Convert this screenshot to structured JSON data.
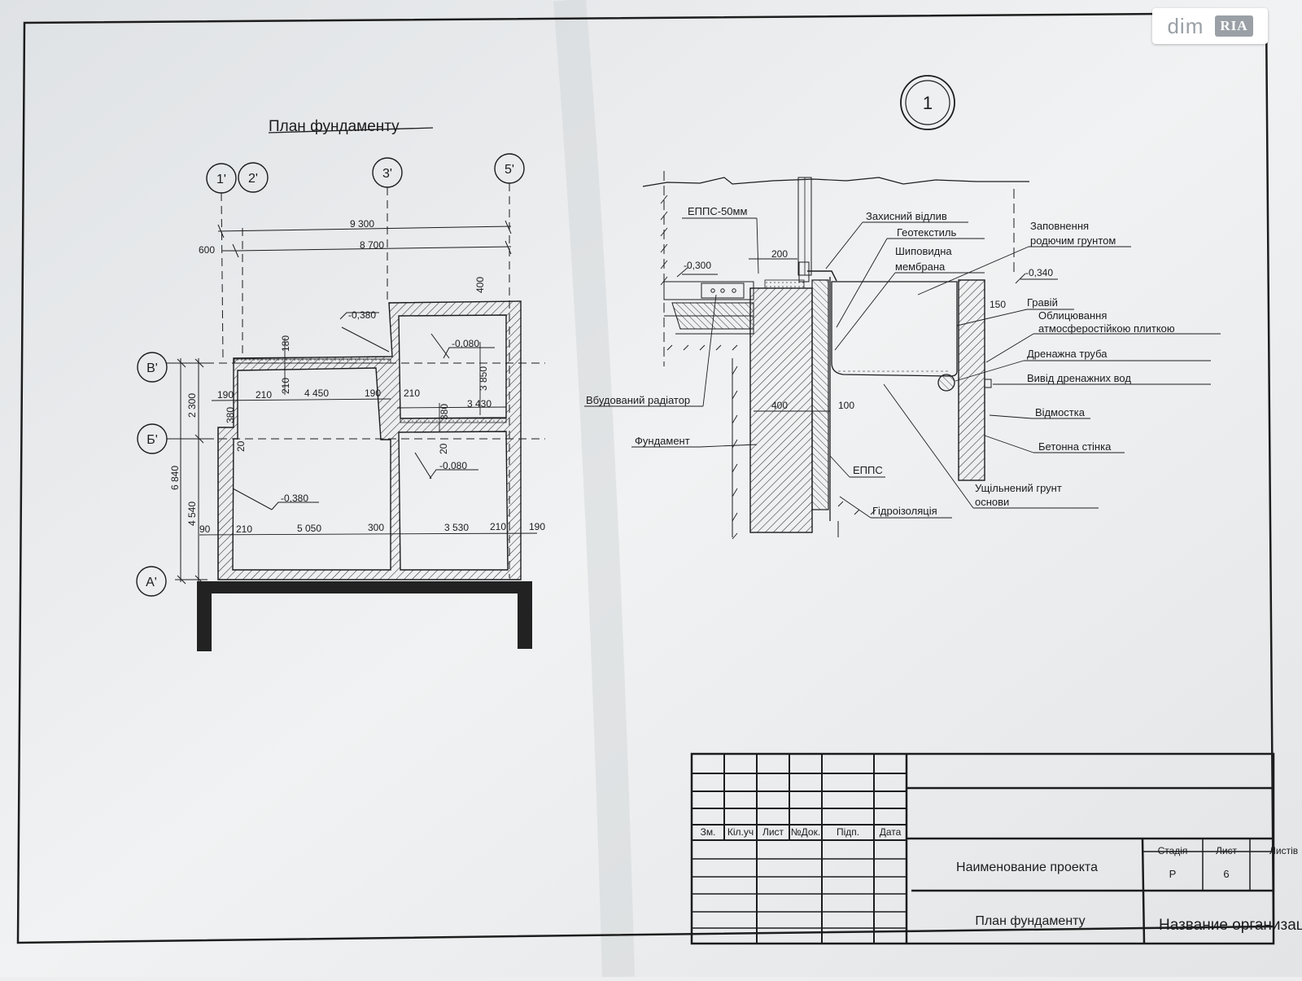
{
  "watermark": {
    "brand": "dim",
    "badge": "RIA"
  },
  "plan": {
    "title": "План фундаменту",
    "axes_vertical": [
      "1'",
      "2'",
      "3'",
      "5'"
    ],
    "axes_horizontal": [
      "В'",
      "Б'",
      "А'"
    ],
    "dims": {
      "d9300": "9 300",
      "d8700": "8 700",
      "d600": "600",
      "d400": "400",
      "d2300": "2 300",
      "d6840": "6 840",
      "d4540": "4 540",
      "d190a": "190",
      "d210a": "210",
      "d4450": "4 450",
      "d190b": "190",
      "d210b": "210",
      "d3430": "3 430",
      "d3850": "3 850",
      "d180": "180",
      "d380a": "380",
      "d380b": "380",
      "d210c": "210",
      "d90": "90",
      "d210d": "210",
      "d5050": "5 050",
      "d300": "300",
      "d3530": "3 530",
      "d210e": "210",
      "d190c": "190",
      "d20a": "20",
      "d20b": "20"
    },
    "levels": {
      "l1": "-0,380",
      "l2": "-0,080",
      "l3": "-0,080",
      "l4": "-0,380"
    }
  },
  "detail": {
    "marker": "1",
    "labels": {
      "epps50": "ЕППС-50мм",
      "lvl300": "-0,300",
      "d200": "200",
      "zakhysnyi": "Захисний відлив",
      "geotekstyl": "Геотекстиль",
      "shypovydna1": "Шиповидна",
      "shypovydna2": "мембрана",
      "zapovnennia1": "Заповнення",
      "zapovnennia2": "родючим грунтом",
      "lvl340": "-0,340",
      "d150": "150",
      "graviy": "Гравій",
      "oblits1": "Облицювання",
      "oblits2": "атмосферостійкою плиткою",
      "drenazhna": "Дренажна труба",
      "vyvid": "Вивід дренажних вод",
      "vbudovanyi": "Вбудований радіатор",
      "d400": "400",
      "d100": "100",
      "vidmostka": "Відмостка",
      "fundament": "Фундамент",
      "betonna": "Бетонна стінка",
      "epps": "ЕППС",
      "ushchilnenyi1": "Ущільнений грунт",
      "ushchilnenyi2": "основи",
      "hidroizoliatsiia": "Гідроізоляція"
    }
  },
  "titleblock": {
    "columns": [
      "Зм.",
      "Кіл.уч",
      "Лист",
      "№Док.",
      "Підп.",
      "Дата"
    ],
    "project": "Наименование проекта",
    "sheet_name": "План фундаменту",
    "stage_header": "Стадія",
    "sheet_header": "Лист",
    "sheets_header": "Листів",
    "stage": "Р",
    "sheet_no": "6",
    "org": "Название организации"
  }
}
